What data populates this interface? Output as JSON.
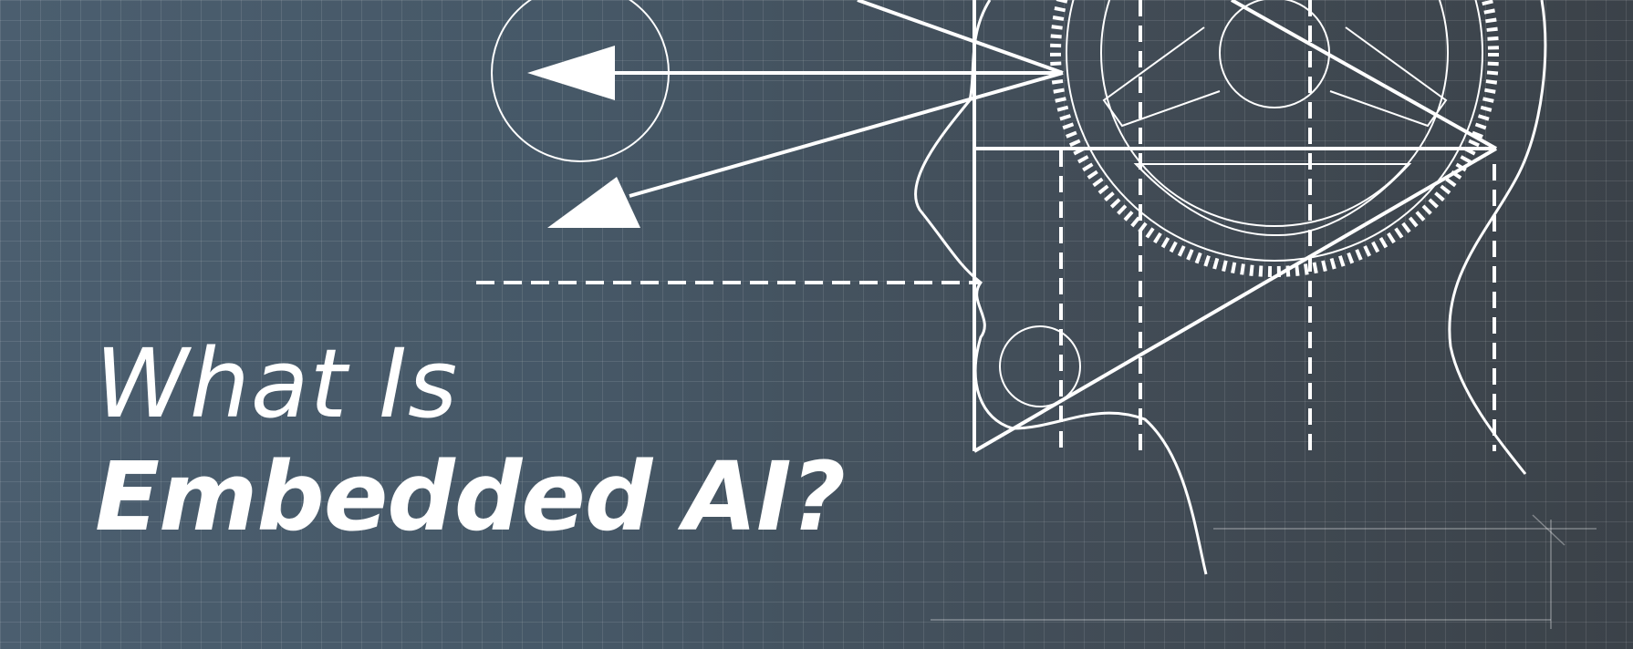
{
  "headline": {
    "line1": "What Is",
    "line2": "Embedded AI?"
  },
  "colors": {
    "background_left": "#4b5e6f",
    "background_right": "#3b4249",
    "grid": "#ffffff",
    "line_art": "#ffffff",
    "text": "#ffffff"
  },
  "illustration": {
    "subject": "blueprint-ai-head-with-gear"
  }
}
